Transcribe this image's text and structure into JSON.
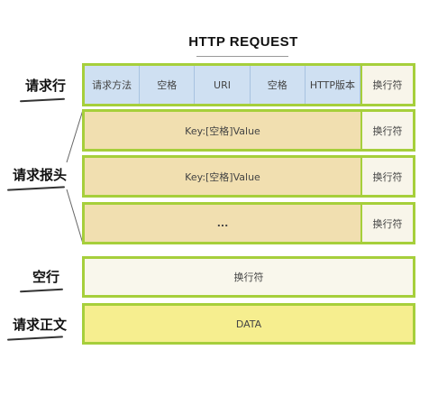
{
  "title": "HTTP REQUEST",
  "labels": {
    "request_line": "请求行",
    "headers": "请求报头",
    "blank_line": "空行",
    "body": "请求正文"
  },
  "request_line": {
    "cells": [
      "请求方法",
      "空格",
      "URI",
      "空格",
      "HTTP版本"
    ],
    "newline": "换行符"
  },
  "headers": [
    {
      "text": "Key:[空格]Value",
      "newline": "换行符"
    },
    {
      "text": "Key:[空格]Value",
      "newline": "换行符"
    },
    {
      "text": "...",
      "newline": "换行符"
    }
  ],
  "blank_line": "换行符",
  "body": "DATA",
  "colors": {
    "border": "#a6cf3b",
    "request_line_fill": "#cfe0f2",
    "header_fill": "#f1dfb0",
    "blank_fill": "#f9f7ec",
    "body_fill": "#f6ee8f"
  }
}
